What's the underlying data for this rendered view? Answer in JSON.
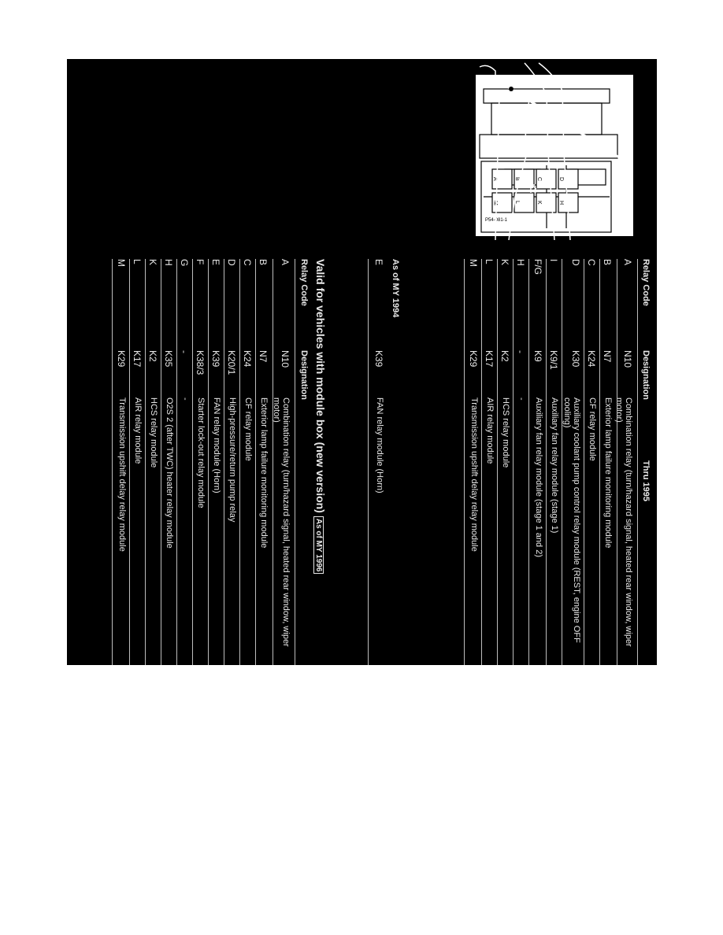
{
  "figure": {
    "relay_labels_upper": [
      "A",
      "B",
      "C",
      "D"
    ],
    "relay_labels_lower": [
      "M",
      "L",
      "K",
      "H"
    ],
    "figure_code": "P54-081-1"
  },
  "table_thru_1995": {
    "header": {
      "code": "Relay Code",
      "designation": "Designation",
      "period": "Thru 1995"
    },
    "rows": [
      {
        "code": "A",
        "designation": "N10",
        "description": "Combination relay (turn/hazard signal, heated rear window, wiper motor)"
      },
      {
        "code": "B",
        "designation": "N7",
        "description": "Exterior lamp failure monitoring module"
      },
      {
        "code": "C",
        "designation": "K24",
        "description": "CF relay module"
      },
      {
        "code": "D",
        "designation": "K30",
        "description": "Auxiliary coolant pump control relay module (REST, engine OFF cooling)"
      },
      {
        "code": "I",
        "designation": "K9/1",
        "description": "Auxiliary fan relay module (stage 1)"
      },
      {
        "code": "F/G",
        "designation": "K9",
        "description": "Auxiliary fan relay module (stage 1 and 2)"
      },
      {
        "code": "H",
        "designation": "-",
        "description": "-"
      },
      {
        "code": "K",
        "designation": "K2",
        "description": "HCS relay module"
      },
      {
        "code": "L",
        "designation": "K17",
        "description": "AIR relay module"
      },
      {
        "code": "M",
        "designation": "K29",
        "description": "Transmission upshift delay relay module"
      }
    ],
    "subheading": "As of MY 1994",
    "sub_rows": [
      {
        "code": "E",
        "designation": "K39",
        "description": "FAN relay module (Horn)"
      }
    ]
  },
  "table_new_version": {
    "title": "Valid for vehicles with module box (new version)",
    "badge": "As of MY 1996",
    "header": {
      "code": "Relay Code",
      "designation": "Designation"
    },
    "rows": [
      {
        "code": "A",
        "designation": "N10",
        "description": "Combination relay (turn/hazard signal, heated rear window, wiper motor)"
      },
      {
        "code": "B",
        "designation": "N7",
        "description": "Exterior lamp failure monitoring module"
      },
      {
        "code": "C",
        "designation": "K24",
        "description": "CF relay module"
      },
      {
        "code": "D",
        "designation": "K20/1",
        "description": "High-pressure/return pump relay"
      },
      {
        "code": "E",
        "designation": "K39",
        "description": "FAN relay module (Horn)"
      },
      {
        "code": "F",
        "designation": "K38/3",
        "description": "Starter lock-out relay module"
      },
      {
        "code": "G",
        "designation": "-",
        "description": "-"
      },
      {
        "code": "H",
        "designation": "K35",
        "description": "O2S 2 (after TWC) heater relay module"
      },
      {
        "code": "K",
        "designation": "K2",
        "description": "HCS relay module"
      },
      {
        "code": "L",
        "designation": "K17",
        "description": "AIR relay module"
      },
      {
        "code": "M",
        "designation": "K29",
        "description": "Transmission upshift delay relay module"
      }
    ]
  }
}
